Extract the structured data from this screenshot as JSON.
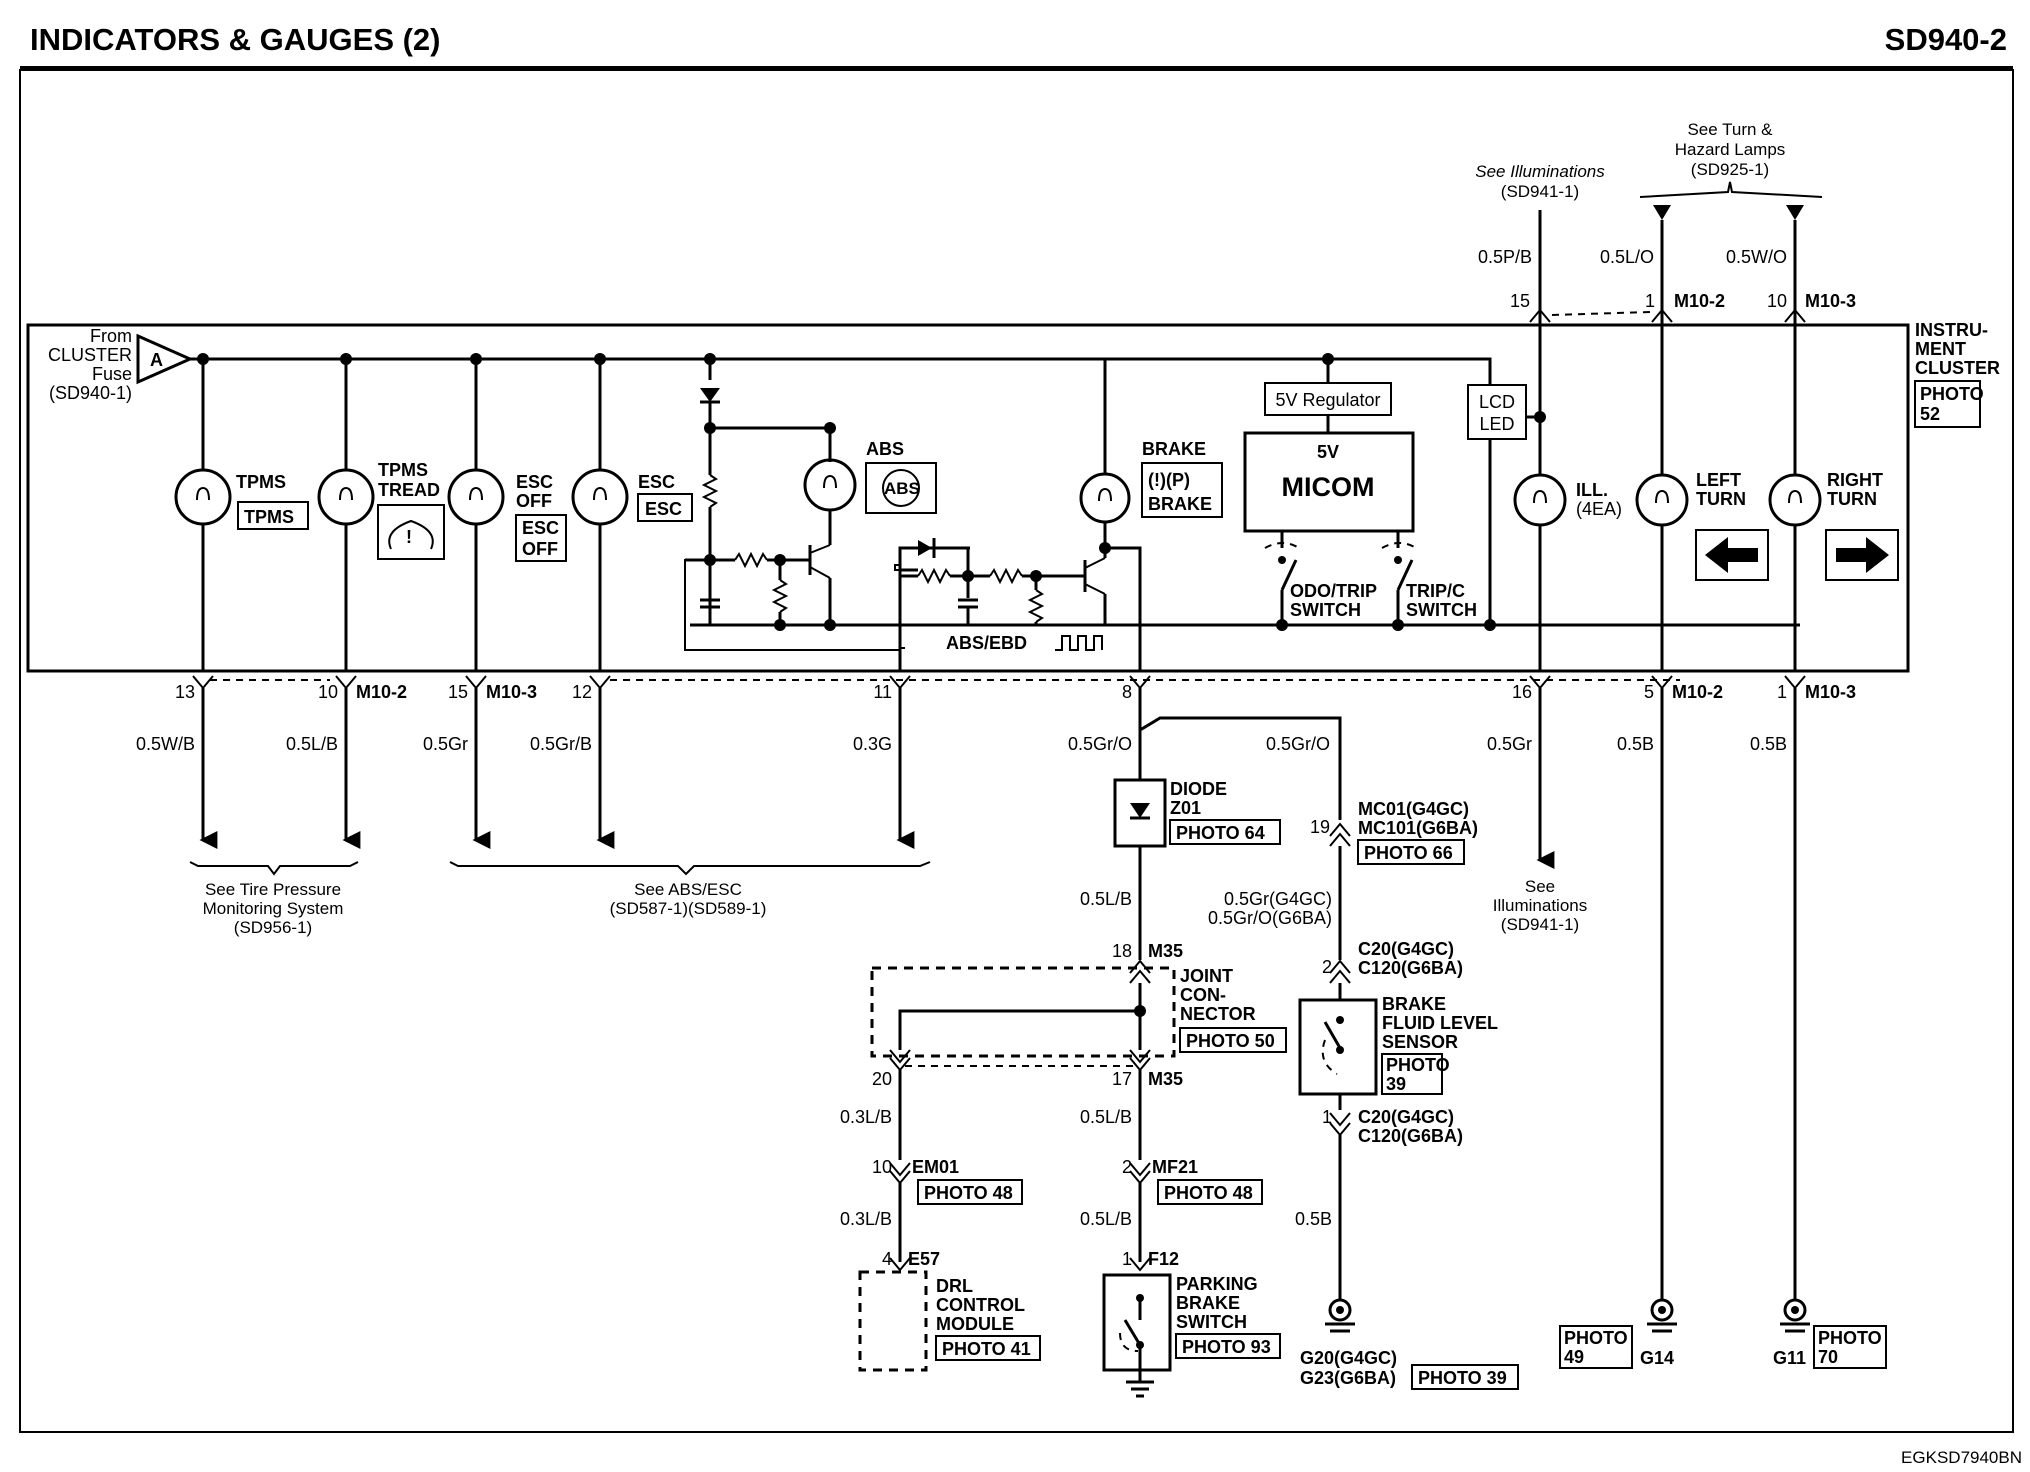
{
  "header": {
    "title": "INDICATORS & GAUGES (2)",
    "code": "SD940-2"
  },
  "footer": {
    "code": "EGKSD7940BN"
  },
  "refs": {
    "turn": [
      "See Turn &",
      "Hazard Lamps",
      "(SD925-1)"
    ],
    "illum_top": [
      "See Illuminations",
      "(SD941-1)"
    ],
    "illum_bottom": [
      "See",
      "Illuminations",
      "(SD941-1)"
    ],
    "tpms": [
      "See Tire Pressure",
      "Monitoring System",
      "(SD956-1)"
    ],
    "abs": [
      "See ABS/ESC",
      "(SD587-1)(SD589-1)"
    ]
  },
  "cluster": {
    "label": [
      "INSTRU-",
      "MENT",
      "CLUSTER"
    ],
    "photo": [
      "PHOTO",
      "52"
    ],
    "from": [
      "From",
      "CLUSTER",
      "Fuse",
      "(SD940-1)"
    ],
    "fuse_letter": "A",
    "regulator": "5V Regulator",
    "micom_5v": "5V",
    "micom": "MICOM",
    "lcd": [
      "LCD",
      "LED"
    ],
    "odo_switch": [
      "ODO/TRIP",
      "SWITCH"
    ],
    "tripc_switch": [
      "TRIP/C",
      "SWITCH"
    ],
    "abs_ebd": "ABS/EBD"
  },
  "lamps": {
    "tpms": {
      "label": "TPMS",
      "badge": "TPMS"
    },
    "tpms_tread": {
      "label": [
        "TPMS",
        "TREAD"
      ]
    },
    "esc_off": {
      "label": [
        "ESC",
        "OFF"
      ],
      "badge": [
        "ESC",
        "OFF"
      ]
    },
    "esc": {
      "label": "ESC",
      "badge": "ESC"
    },
    "abs": {
      "label": "ABS",
      "badge": "ABS"
    },
    "brake": {
      "label": "BRAKE",
      "badge": "(!)(P)",
      "badge2": "BRAKE"
    },
    "ill": {
      "label": [
        "ILL.",
        "(4EA)"
      ]
    },
    "left_turn": {
      "label": [
        "LEFT",
        "TURN"
      ]
    },
    "right_turn": {
      "label": [
        "RIGHT",
        "TURN"
      ]
    }
  },
  "top_pins": [
    {
      "pin": "15",
      "wire": "0.5P/B"
    },
    {
      "pin": "1",
      "wire": "0.5L/O",
      "conn": "M10-2"
    },
    {
      "pin": "10",
      "wire": "0.5W/O",
      "conn": "M10-3"
    }
  ],
  "bottom_pins": [
    {
      "pin": "13",
      "wire": "0.5W/B"
    },
    {
      "pin": "10",
      "wire": "0.5L/B",
      "conn": "M10-2"
    },
    {
      "pin": "15",
      "wire": "0.5Gr",
      "conn": "M10-3"
    },
    {
      "pin": "12",
      "wire": "0.5Gr/B"
    },
    {
      "pin": "11",
      "wire": "0.3G"
    },
    {
      "pin": "8",
      "wire": "0.5Gr/O"
    },
    {
      "pin": "16",
      "wire": "0.5Gr"
    },
    {
      "pin": "5",
      "wire": "0.5B",
      "conn": "M10-2"
    },
    {
      "pin": "1",
      "wire": "0.5B",
      "conn": "M10-3"
    }
  ],
  "diode": {
    "label": [
      "DIODE",
      "Z01"
    ],
    "photo": "PHOTO 64"
  },
  "mc01": {
    "wire_in": "0.5Gr/O",
    "pin": "19",
    "name": [
      "MC01(G4GC)",
      "MC101(G6BA)"
    ],
    "photo": "PHOTO 66",
    "wire_out": [
      "0.5Gr(G4GC)",
      "0.5Gr/O(G6BA)"
    ]
  },
  "c20a": {
    "pin": "2",
    "name": [
      "C20(G4GC)",
      "C120(G6BA)"
    ]
  },
  "brake_sensor": {
    "label": [
      "BRAKE",
      "FLUID LEVEL",
      "SENSOR"
    ],
    "photo": [
      "PHOTO",
      "39"
    ]
  },
  "c20b": {
    "pin": "1",
    "name": [
      "C20(G4GC)",
      "C120(G6BA)"
    ],
    "wire": "0.5B"
  },
  "g20": {
    "name": [
      "G20(G4GC)",
      "G23(G6BA)"
    ],
    "photo": "PHOTO 39"
  },
  "diode_out_wire": "0.5L/B",
  "joint": {
    "pin_top": "18",
    "conn": "M35",
    "label": [
      "JOINT",
      "CON-",
      "NECTOR"
    ],
    "photo": "PHOTO 50",
    "pin_l": "20",
    "pin_r": "17",
    "conn2": "M35"
  },
  "left_branch": {
    "wire1": "0.3L/B",
    "pin": "10",
    "conn": "EM01",
    "photo": "PHOTO 48",
    "wire2": "0.3L/B",
    "pin2": "4",
    "conn2": "E57"
  },
  "drl": {
    "label": [
      "DRL",
      "CONTROL",
      "MODULE"
    ],
    "photo": "PHOTO 41"
  },
  "right_branch": {
    "wire1": "0.5L/B",
    "pin": "2",
    "conn": "MF21",
    "photo": "PHOTO 48",
    "wire2": "0.5L/B",
    "pin2": "1",
    "conn2": "F12"
  },
  "parking": {
    "label": [
      "PARKING",
      "BRAKE",
      "SWITCH"
    ],
    "photo": "PHOTO 93"
  },
  "g14": {
    "name": "G14",
    "photo": [
      "PHOTO",
      "49"
    ]
  },
  "g11": {
    "name": "G11",
    "photo": [
      "PHOTO",
      "70"
    ]
  }
}
